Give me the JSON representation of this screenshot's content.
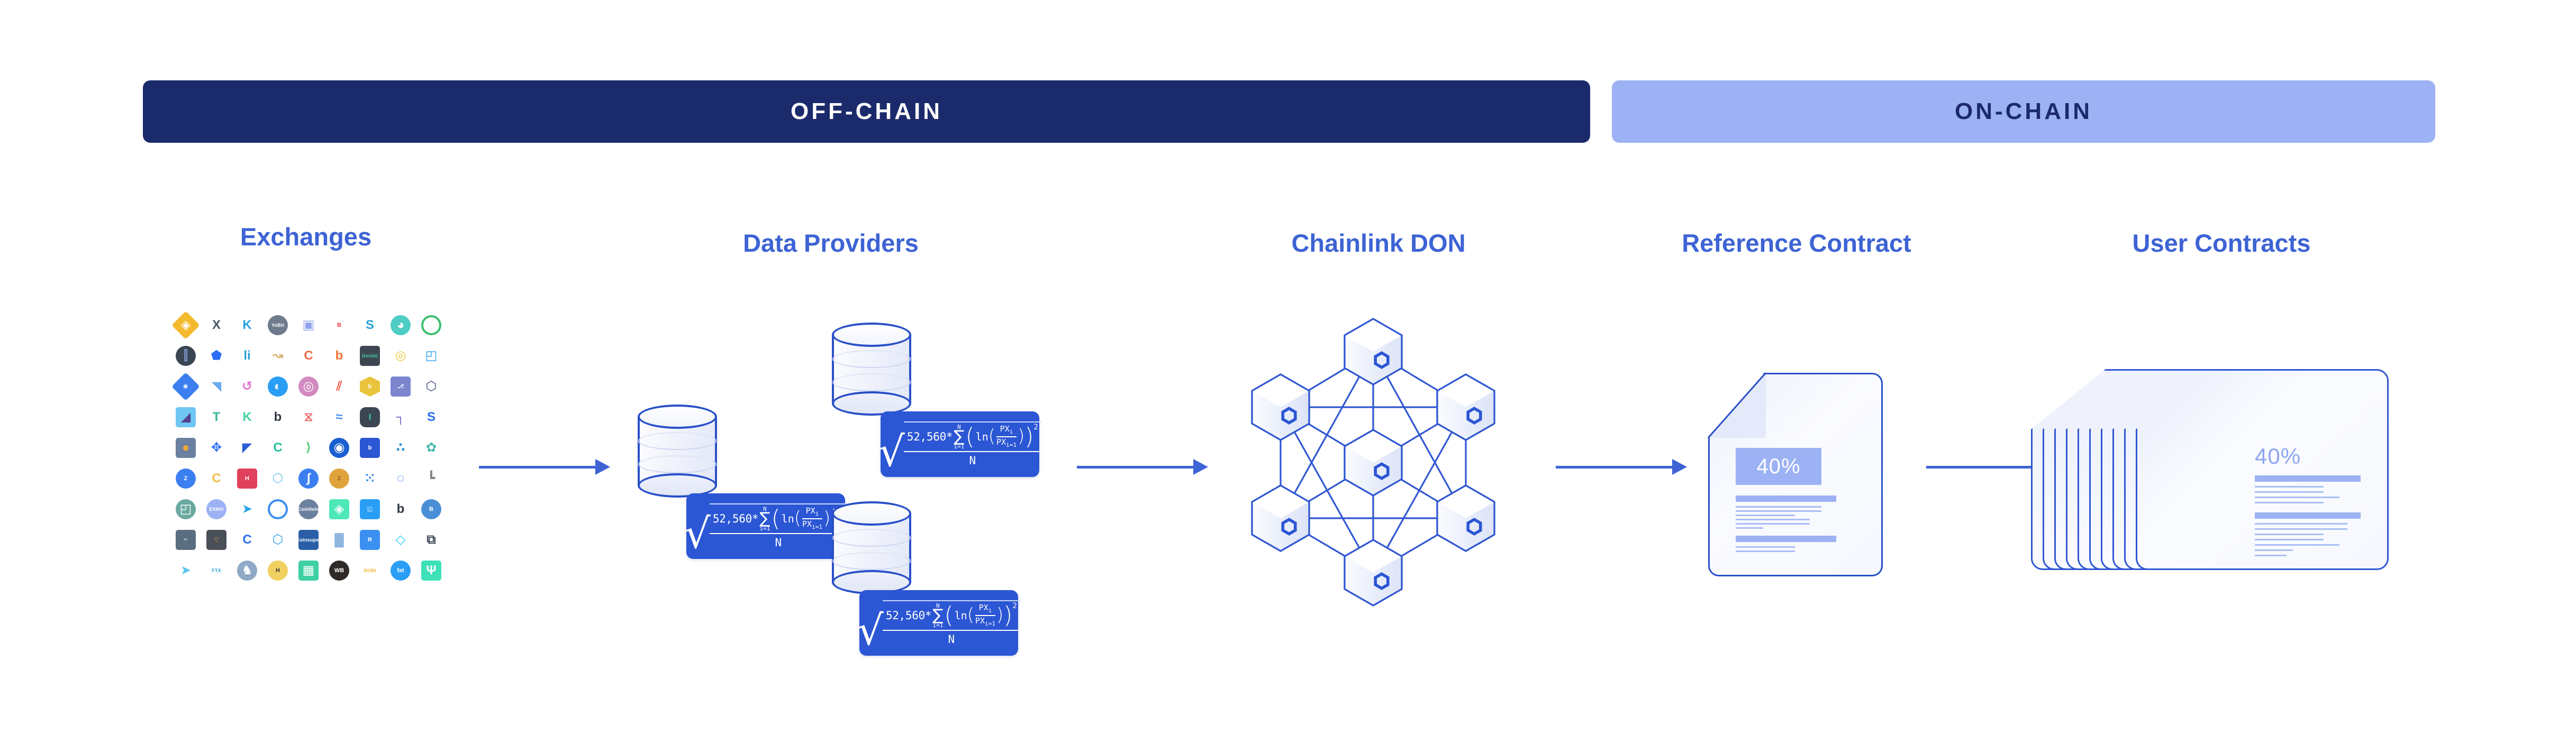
{
  "banners": {
    "offchain": {
      "label": "OFF-CHAIN",
      "bg": "#1b2a6b",
      "fg": "#ffffff"
    },
    "onchain": {
      "label": "ON-CHAIN",
      "bg": "#9db2f4",
      "fg": "#1b2a6b"
    }
  },
  "accent": {
    "blue": "#3d63d4",
    "deep_blue": "#2a50c8",
    "light_blue": "#9db2f4",
    "navy": "#1b2a6b"
  },
  "stages": [
    {
      "key": "exchanges",
      "title": "Exchanges"
    },
    {
      "key": "data_providers",
      "title": "Data Providers"
    },
    {
      "key": "chainlink_don",
      "title": "Chainlink DON"
    },
    {
      "key": "reference",
      "title": "Reference Contract"
    },
    {
      "key": "user_contracts",
      "title": "User Contracts"
    }
  ],
  "formula": {
    "coefficient": "52,560*",
    "sigma": "∑",
    "sigma_upper": "N",
    "sigma_lower": "i=1",
    "ln": "ln",
    "numerator_inner": "PX",
    "numerator_sub": "i",
    "denominator_inner": "PX",
    "denominator_sub": "i=1",
    "exponent": "2",
    "denominator": "N",
    "radical": "√",
    "alt_text": "sqrt( 52,560 * sum_{i=1}^{N} ( ln( PX_i / PX_{i=1} ) )^2 / N )"
  },
  "exchanges": {
    "columns": 9,
    "rows": 9,
    "logos": [
      {
        "name": "binance",
        "label": "◈",
        "style": "dia",
        "bg": "#f3ba2f",
        "fg": "#ffffff",
        "cls": "big"
      },
      {
        "name": "xt-com",
        "label": "X",
        "style": "plain",
        "bg": "transparent",
        "fg": "#4b5563",
        "cls": "big"
      },
      {
        "name": "kucoin",
        "label": "K",
        "style": "plain",
        "bg": "transparent",
        "fg": "#24a3e0",
        "cls": "big"
      },
      {
        "name": "yobit",
        "label": "YoBit",
        "style": "r-circ",
        "bg": "#6e7b8c",
        "fg": "#ffffff",
        "cls": "tiny"
      },
      {
        "name": "bitmart",
        "label": "▣",
        "style": "r-sq",
        "bg": "#ffffff",
        "fg": "#8ea2ef",
        "cls": "big"
      },
      {
        "name": "bithumb",
        "label": "B",
        "style": "r-circ",
        "bg": "#ffffff",
        "fg": "#ef3b3b",
        "cls": "mini"
      },
      {
        "name": "stex",
        "label": "S",
        "style": "plain",
        "bg": "transparent",
        "fg": "#2aa4d6",
        "cls": "big"
      },
      {
        "name": "lbank",
        "label": "◕",
        "style": "r-circ",
        "bg": "#4ecdc4",
        "fg": "#ffffff",
        "cls": "big"
      },
      {
        "name": "coinex",
        "label": "C",
        "style": "ring",
        "bg": "transparent",
        "fg": "#3ebf6e",
        "cls": "big"
      },
      {
        "name": "bitfinex",
        "label": "⫿",
        "style": "r-circ",
        "bg": "#3b4654",
        "fg": "#7e93c9",
        "cls": "big"
      },
      {
        "name": "okex",
        "label": "⬟",
        "style": "plain",
        "bg": "transparent",
        "fg": "#2b6df6",
        "cls": "big"
      },
      {
        "name": "liquid",
        "label": "li",
        "style": "plain",
        "bg": "transparent",
        "fg": "#2a9fd6",
        "cls": "big"
      },
      {
        "name": "bitkub",
        "label": "↝",
        "style": "plain",
        "bg": "transparent",
        "fg": "#d6b169",
        "cls": "big"
      },
      {
        "name": "crex24",
        "label": "C",
        "style": "plain",
        "bg": "transparent",
        "fg": "#f06b4a",
        "cls": "big"
      },
      {
        "name": "bibox",
        "label": "b",
        "style": "plain",
        "bg": "transparent",
        "fg": "#f0742f",
        "cls": "big"
      },
      {
        "name": "deribit",
        "label": "Deribit",
        "style": "r-sq",
        "bg": "#3d4650",
        "fg": "#3ecfa3",
        "cls": "tiny"
      },
      {
        "name": "omgfin",
        "label": "◎",
        "style": "plain",
        "bg": "transparent",
        "fg": "#f2c744",
        "cls": "big"
      },
      {
        "name": "lbank-2",
        "label": "◰",
        "style": "plain",
        "bg": "transparent",
        "fg": "#2a9ef5",
        "cls": "big"
      },
      {
        "name": "cointiger",
        "label": "◉",
        "style": "dia",
        "bg": "#3b7ff0",
        "fg": "#ffffff",
        "cls": "mini"
      },
      {
        "name": "mercatox",
        "label": "◥",
        "style": "plain",
        "bg": "transparent",
        "fg": "#6aa9f0",
        "cls": "big"
      },
      {
        "name": "sistemkoin",
        "label": "↺",
        "style": "plain",
        "bg": "transparent",
        "fg": "#e86fd0",
        "cls": "big"
      },
      {
        "name": "bitmax",
        "label": "◐",
        "style": "r-circ",
        "bg": "#2a9ef5",
        "fg": "#ffffff",
        "cls": "big"
      },
      {
        "name": "bitrue",
        "label": "◎",
        "style": "r-circ",
        "bg": "#d28ac0",
        "fg": "#ffffff",
        "cls": "big"
      },
      {
        "name": "upbit",
        "label": "⫽",
        "style": "plain",
        "bg": "transparent",
        "fg": "#f0604a",
        "cls": "big"
      },
      {
        "name": "bilaxy",
        "label": "b",
        "style": "hexm",
        "bg": "#e9c43c",
        "fg": "#ffffff",
        "cls": "mini"
      },
      {
        "name": "bitbns",
        "label": "⎇",
        "style": "r-sq",
        "bg": "#7b86cf",
        "fg": "#ffffff",
        "cls": "mini"
      },
      {
        "name": "poloniex",
        "label": "⬡",
        "style": "plain",
        "bg": "transparent",
        "fg": "#3b4b7a",
        "cls": "big"
      },
      {
        "name": "kraken",
        "label": "◢",
        "style": "r-sq",
        "bg": "#6fc6f2",
        "fg": "#54428e",
        "cls": "big"
      },
      {
        "name": "tokok",
        "label": "T",
        "style": "plain",
        "bg": "transparent",
        "fg": "#3bb39a",
        "cls": "big"
      },
      {
        "name": "kyber",
        "label": "K",
        "style": "plain",
        "bg": "transparent",
        "fg": "#43d3a0",
        "cls": "big"
      },
      {
        "name": "bitbank",
        "label": "b",
        "style": "plain",
        "bg": "transparent",
        "fg": "#2f3640",
        "cls": "big"
      },
      {
        "name": "bitforex",
        "label": "⧖",
        "style": "plain",
        "bg": "transparent",
        "fg": "#ef6a6a",
        "cls": "big"
      },
      {
        "name": "coinbene",
        "label": "≈",
        "style": "plain",
        "bg": "transparent",
        "fg": "#4a8ef0",
        "cls": "big"
      },
      {
        "name": "bitvavo",
        "label": "⫿",
        "style": "r-rnd",
        "bg": "#3b4654",
        "fg": "#3ecfa3",
        "cls": "mini"
      },
      {
        "name": "hotbit",
        "label": "┐",
        "style": "plain",
        "bg": "transparent",
        "fg": "#6a68c6",
        "cls": "big"
      },
      {
        "name": "switcheo",
        "label": "S",
        "style": "plain",
        "bg": "transparent",
        "fg": "#2a6df0",
        "cls": "big"
      },
      {
        "name": "coinone",
        "label": "●",
        "style": "r-sq",
        "bg": "#6b7f9e",
        "fg": "#f0a93c",
        "cls": "big"
      },
      {
        "name": "okcoin",
        "label": "✥",
        "style": "plain",
        "bg": "transparent",
        "fg": "#2b6df6",
        "cls": "big"
      },
      {
        "name": "bitz",
        "label": "◤",
        "style": "plain",
        "bg": "transparent",
        "fg": "#2a5fd6",
        "cls": "big"
      },
      {
        "name": "coinegg",
        "label": "C",
        "style": "plain",
        "bg": "transparent",
        "fg": "#1fc09a",
        "cls": "big"
      },
      {
        "name": "coindeal",
        "label": "⟩",
        "style": "plain",
        "bg": "transparent",
        "fg": "#5cd07a",
        "cls": "big"
      },
      {
        "name": "bitstamp",
        "label": "◉",
        "style": "r-circ",
        "bg": "#1a5fd0",
        "fg": "#ffffff",
        "cls": "big"
      },
      {
        "name": "bluehelix",
        "label": "b",
        "style": "r-sq",
        "bg": "#2b56d4",
        "fg": "#ffffff",
        "cls": "mini"
      },
      {
        "name": "bancor",
        "label": "∴",
        "style": "plain",
        "bg": "transparent",
        "fg": "#2a8fd6",
        "cls": "big"
      },
      {
        "name": "gryphon",
        "label": "✿",
        "style": "plain",
        "bg": "transparent",
        "fg": "#43b8a8",
        "cls": "big"
      },
      {
        "name": "zbg",
        "label": "Z",
        "style": "r-circ",
        "bg": "#3b7ff0",
        "fg": "#ffffff",
        "cls": "mini"
      },
      {
        "name": "cobinhood",
        "label": "C",
        "style": "plain",
        "bg": "transparent",
        "fg": "#f0bc4a",
        "cls": "big"
      },
      {
        "name": "hitbtc",
        "label": "H",
        "style": "r-sq",
        "bg": "#e0415c",
        "fg": "#ffffff",
        "cls": "mini"
      },
      {
        "name": "bitbox",
        "label": "⬡",
        "style": "plain",
        "bg": "transparent",
        "fg": "#6ac6f0",
        "cls": "big"
      },
      {
        "name": "idex",
        "label": "ʃ",
        "style": "r-circ",
        "bg": "#3b7ff0",
        "fg": "#ffffff",
        "cls": "big"
      },
      {
        "name": "zb-com",
        "label": "Z",
        "style": "r-circ",
        "bg": "#e0a33c",
        "fg": "#8a5f1f",
        "cls": "mini"
      },
      {
        "name": "gopax",
        "label": "⁙",
        "style": "plain",
        "bg": "transparent",
        "fg": "#3b8ff0",
        "cls": "big"
      },
      {
        "name": "coinall",
        "label": "◌",
        "style": "plain",
        "bg": "transparent",
        "fg": "#2a6df0",
        "cls": "big"
      },
      {
        "name": "bitlish",
        "label": "┗",
        "style": "plain",
        "bg": "transparent",
        "fg": "#7c7f86",
        "cls": "big"
      },
      {
        "name": "bitmountain",
        "label": "◰",
        "style": "r-circ",
        "bg": "#6aa9a0",
        "fg": "#ffffff",
        "cls": "big"
      },
      {
        "name": "exmo",
        "label": "EXMO",
        "style": "r-circ",
        "bg": "#9db2f4",
        "fg": "#ffffff",
        "cls": "tiny"
      },
      {
        "name": "bitso",
        "label": "➤",
        "style": "plain",
        "bg": "transparent",
        "fg": "#2aa4e8",
        "cls": "big"
      },
      {
        "name": "bittrex",
        "label": "▌",
        "style": "ring",
        "bg": "transparent",
        "fg": "#3b8ff0",
        "cls": "mini"
      },
      {
        "name": "coinfield",
        "label": "Coinfield",
        "style": "r-circ",
        "bg": "#6b7f9e",
        "fg": "#ffffff",
        "cls": "tiny"
      },
      {
        "name": "hoo",
        "label": "◈",
        "style": "r-sq",
        "bg": "#4ee8b8",
        "fg": "#ffffff",
        "cls": "big"
      },
      {
        "name": "bigone",
        "label": "◱",
        "style": "r-sq",
        "bg": "#2a9ef5",
        "fg": "#ffffff",
        "cls": "mini"
      },
      {
        "name": "bibox-2",
        "label": "b",
        "style": "plain",
        "bg": "transparent",
        "fg": "#2f3640",
        "cls": "big"
      },
      {
        "name": "bitbay",
        "label": "B",
        "style": "r-circ",
        "bg": "#4a8ed6",
        "fg": "#ffffff",
        "cls": "mini"
      },
      {
        "name": "mxc",
        "label": "✒",
        "style": "r-sq",
        "bg": "#5b6e80",
        "fg": "#9fc6b8",
        "cls": "mini"
      },
      {
        "name": "hotcoin",
        "label": "▽",
        "style": "r-sq",
        "bg": "#4a5058",
        "fg": "#d6a04a",
        "cls": "mini"
      },
      {
        "name": "coinbase",
        "label": "C",
        "style": "plain",
        "bg": "transparent",
        "fg": "#2a6df0",
        "cls": "big"
      },
      {
        "name": "aax",
        "label": "⬡",
        "style": "plain",
        "bg": "transparent",
        "fg": "#2a9ef5",
        "cls": "big"
      },
      {
        "name": "coinsuper",
        "label": "Coinsuper",
        "style": "r-sq",
        "bg": "#2a5fa8",
        "fg": "#ffffff",
        "cls": "tiny"
      },
      {
        "name": "bitmex",
        "label": "▓",
        "style": "plain",
        "bg": "transparent",
        "fg": "#6a9fd6",
        "cls": "big"
      },
      {
        "name": "rightbtc",
        "label": "R",
        "style": "r-sq",
        "bg": "#3b8ff0",
        "fg": "#ffffff",
        "cls": "mini"
      },
      {
        "name": "dcoin",
        "label": "◇",
        "style": "plain",
        "bg": "transparent",
        "fg": "#2ad0f0",
        "cls": "big"
      },
      {
        "name": "ethfinex",
        "label": "⧉",
        "style": "plain",
        "bg": "transparent",
        "fg": "#3b4654",
        "cls": "big"
      },
      {
        "name": "birake",
        "label": "➤",
        "style": "plain",
        "bg": "transparent",
        "fg": "#5ac6f0",
        "cls": "big"
      },
      {
        "name": "ftx",
        "label": "FTX",
        "style": "plain",
        "bg": "transparent",
        "fg": "#2a9ed6",
        "cls": "tiny"
      },
      {
        "name": "catex",
        "label": "♞",
        "style": "r-circ",
        "bg": "#8fa9c6",
        "fg": "#ffffff",
        "cls": "big"
      },
      {
        "name": "hanbitco",
        "label": "H",
        "style": "r-circ",
        "bg": "#f0d060",
        "fg": "#2f3640",
        "cls": "mini"
      },
      {
        "name": "bitsten",
        "label": "▦",
        "style": "r-sq",
        "bg": "#3ecfa3",
        "fg": "#ffffff",
        "cls": "big"
      },
      {
        "name": "whitebit",
        "label": "WB",
        "style": "r-circ",
        "bg": "#2f2a28",
        "fg": "#ffffff",
        "cls": "mini"
      },
      {
        "name": "dobi",
        "label": "DOBI",
        "style": "plain",
        "bg": "transparent",
        "fg": "#f0b63c",
        "cls": "tiny"
      },
      {
        "name": "fatbtc",
        "label": "fat",
        "style": "r-circ",
        "bg": "#2a9ef5",
        "fg": "#ffffff",
        "cls": "mini"
      },
      {
        "name": "bullish",
        "label": "Ψ",
        "style": "r-sq",
        "bg": "#3ee0b8",
        "fg": "#ffffff",
        "cls": "big"
      }
    ]
  },
  "data_providers": {
    "node_count": 3,
    "nodes": [
      {
        "name": "data-provider-top",
        "formula_visible": true
      },
      {
        "name": "data-provider-middle",
        "formula_visible": true
      },
      {
        "name": "data-provider-bottom",
        "formula_visible": true
      }
    ]
  },
  "chainlink_don": {
    "node_count": 7,
    "node_label": "chainlink-hex-logo",
    "edge_color": "#3057d2"
  },
  "reference_contract": {
    "value": "40%",
    "heading_bars": 2,
    "text_lines": 9
  },
  "user_contracts": {
    "value": "40%",
    "sheet_count": 10,
    "heading_bars": 2,
    "text_lines": 10
  },
  "arrows": [
    {
      "name": "arrow-exchanges-to-providers"
    },
    {
      "name": "arrow-providers-to-don"
    },
    {
      "name": "arrow-don-to-reference"
    },
    {
      "name": "arrow-reference-to-user"
    }
  ]
}
